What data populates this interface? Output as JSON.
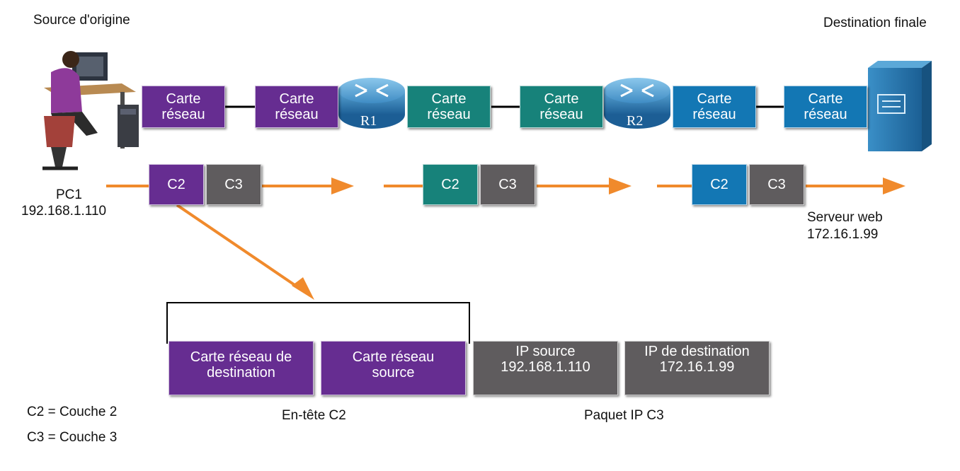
{
  "labels": {
    "source": "Source d'origine",
    "destination": "Destination finale",
    "pc_name": "PC1",
    "pc_ip": "192.168.1.110",
    "server_name": "Serveur web",
    "server_ip": "172.16.1.99",
    "legend_c2": "C2 = Couche 2",
    "legend_c3": "C3 = Couche 3",
    "l2_header": "En-tête C2",
    "l3_packet": "Paquet IP C3"
  },
  "nics": [
    {
      "text": "Carte\nréseau",
      "color": "purple"
    },
    {
      "text": "Carte\nréseau",
      "color": "purple"
    },
    {
      "text": "Carte\nréseau",
      "color": "teal"
    },
    {
      "text": "Carte\nréseau",
      "color": "teal"
    },
    {
      "text": "Carte\nréseau",
      "color": "blue"
    },
    {
      "text": "Carte\nréseau",
      "color": "blue"
    }
  ],
  "routers": [
    {
      "name": "R1"
    },
    {
      "name": "R2"
    }
  ],
  "packets": [
    {
      "c2": "C2",
      "c3": "C3"
    },
    {
      "c2": "C2",
      "c3": "C3"
    },
    {
      "c2": "C2",
      "c3": "C3"
    }
  ],
  "frame": {
    "dest_nic": "Carte réseau de\ndestination",
    "src_nic": "Carte réseau\nsource",
    "ip_src": "IP source\n192.168.1.110",
    "ip_dst": "IP de destination\n172.16.1.99"
  },
  "colors": {
    "purple": "#662d91",
    "teal": "#17827a",
    "blue": "#1377b4",
    "grey": "#5f5c5e",
    "arrow": "#f08a2c",
    "link": "#000000"
  },
  "icons": [
    "pc-user-icon",
    "router-icon",
    "server-icon"
  ]
}
